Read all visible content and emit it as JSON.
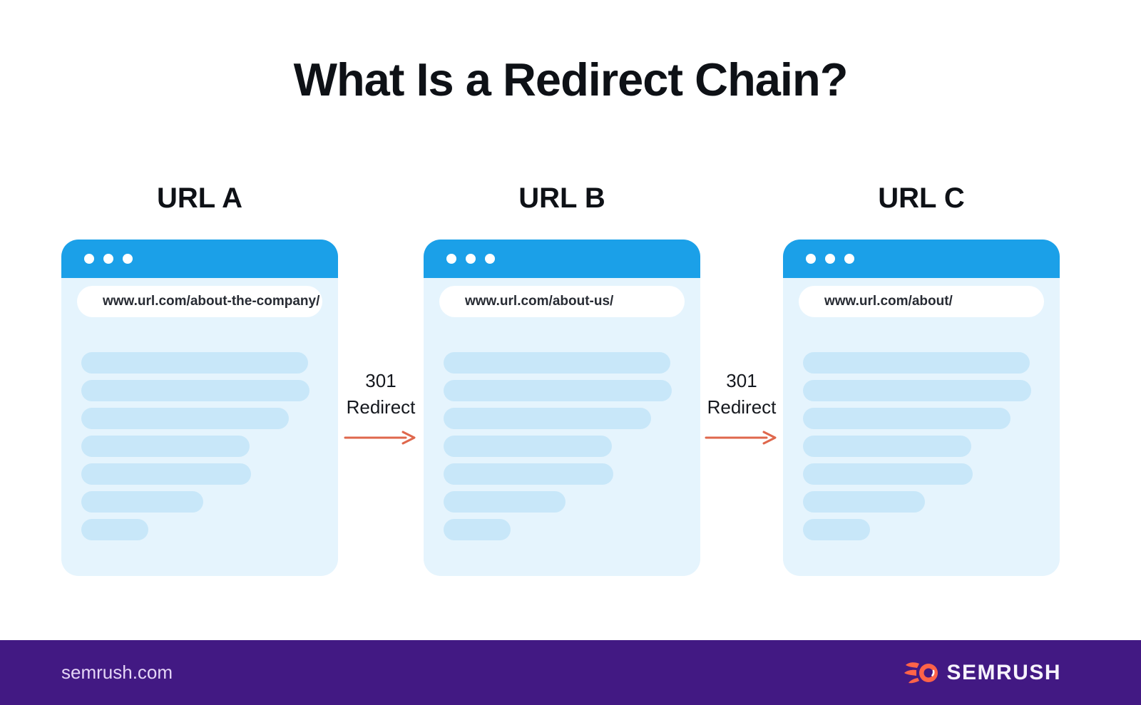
{
  "title": "What Is a Redirect Chain?",
  "windows": [
    {
      "label": "URL A",
      "url": "www.url.com/about-the-company/"
    },
    {
      "label": "URL B",
      "url": "www.url.com/about-us/"
    },
    {
      "label": "URL C",
      "url": "www.url.com/about/"
    }
  ],
  "redirects": [
    {
      "code": "301",
      "label": "Redirect"
    },
    {
      "code": "301",
      "label": "Redirect"
    }
  ],
  "skeleton_lines_pct": [
    88.4,
    88.9,
    80.9,
    65.5,
    66.0,
    47.4,
    26.0
  ],
  "footer": {
    "site": "semrush.com",
    "brand": "SEMRUSH"
  },
  "colors": {
    "browser_header_blue": "#1ba0e8",
    "browser_body_blue": "#e5f4fd",
    "skeleton_blue": "#c8e7f9",
    "arrow_orange": "#df674c",
    "footer_purple": "#421983",
    "logo_flame_orange": "#ff6348",
    "title_black": "#0e1116"
  },
  "icons": {
    "window_controls": "three-dots-icon",
    "redirect_arrow": "right-arrow-icon",
    "brand_mark": "semrush-flame-icon"
  }
}
